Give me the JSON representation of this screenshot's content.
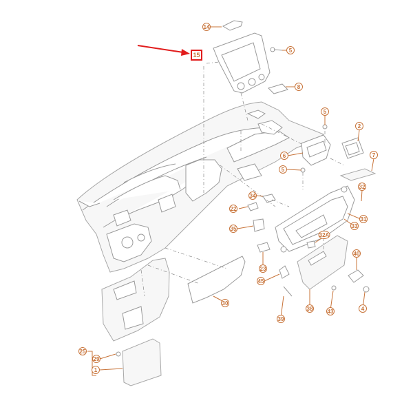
{
  "highlight": {
    "label": "15"
  },
  "callouts": [
    {
      "id": "c14",
      "label": "14"
    },
    {
      "id": "c5a",
      "label": "5"
    },
    {
      "id": "c8",
      "label": "8"
    },
    {
      "id": "c5b",
      "label": "5"
    },
    {
      "id": "c2",
      "label": "2"
    },
    {
      "id": "c6",
      "label": "6"
    },
    {
      "id": "c7",
      "label": "7"
    },
    {
      "id": "c5c",
      "label": "5"
    },
    {
      "id": "c32",
      "label": "32"
    },
    {
      "id": "c34",
      "label": "34"
    },
    {
      "id": "c22",
      "label": "22"
    },
    {
      "id": "c31",
      "label": "31"
    },
    {
      "id": "c33",
      "label": "33"
    },
    {
      "id": "c35",
      "label": "35"
    },
    {
      "id": "c32a",
      "label": "32A"
    },
    {
      "id": "c23",
      "label": "23"
    },
    {
      "id": "c40",
      "label": "40"
    },
    {
      "id": "c45",
      "label": "45"
    },
    {
      "id": "c30",
      "label": "30"
    },
    {
      "id": "c38",
      "label": "38"
    },
    {
      "id": "c43",
      "label": "43"
    },
    {
      "id": "c4",
      "label": "4"
    },
    {
      "id": "c39",
      "label": "39"
    },
    {
      "id": "c25",
      "label": "25"
    },
    {
      "id": "c29",
      "label": "29"
    },
    {
      "id": "c1",
      "label": "1"
    }
  ]
}
